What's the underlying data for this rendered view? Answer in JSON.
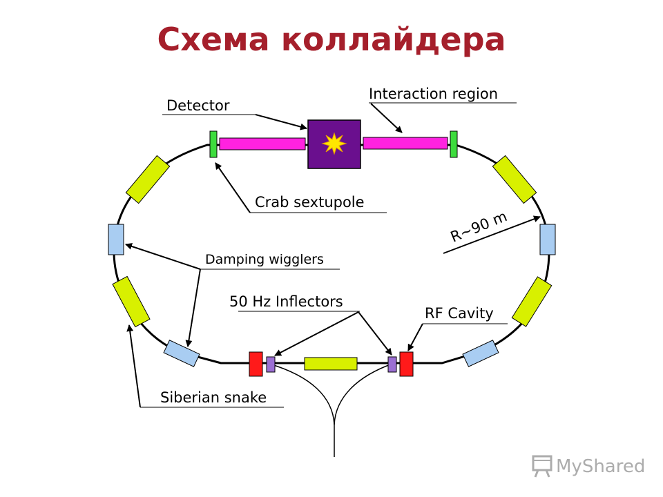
{
  "title": "Схема коллайдера",
  "labels": {
    "detector": "Detector",
    "interaction_region": "Interaction region",
    "crab_sextupole": "Crab sextupole",
    "radius": "R~90 m",
    "damping_wigglers": "Damping wigglers",
    "inflectors": "50 Hz Inflectors",
    "rf_cavity": "RF Cavity",
    "siberian_snake": "Siberian snake"
  },
  "watermark": "MyShared",
  "colors": {
    "title": "#a51f2b",
    "detector": "#6a0f8e",
    "interaction_magnet": "#ff22e0",
    "crab_sextupole": "#3ddc3d",
    "snake_section": "#d8f000",
    "wiggler": "#a9cdf2",
    "rf_cavity": "#ff1a1a",
    "inflector": "#9b6fd3"
  },
  "icons": [
    "starburst-icon",
    "presentation-board-icon"
  ]
}
